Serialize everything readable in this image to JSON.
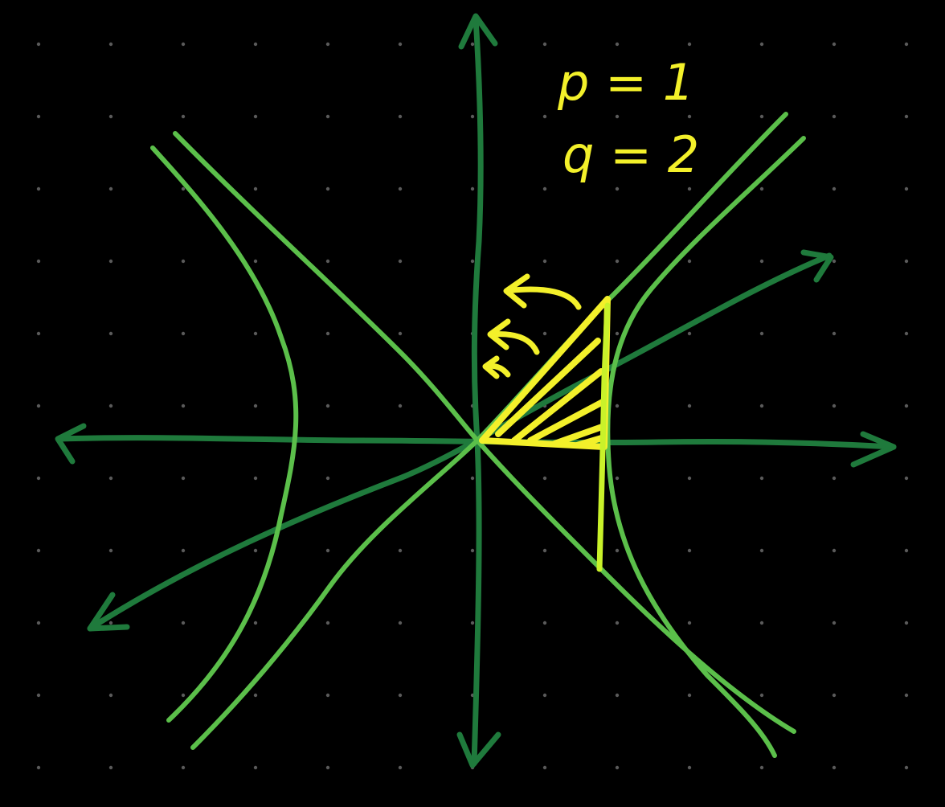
{
  "annotations": {
    "p_label": "p = 1",
    "q_label": "q = 2"
  },
  "colors": {
    "background": "#000000",
    "grid_dot": "#5a5a5a",
    "axis": "#1f7a3c",
    "hyperbola": "#5bbf4a",
    "highlight": "#f3f02a",
    "highlight_line": "#c9f22a"
  },
  "icons": {
    "up-arrow": "axis-arrow-up",
    "down-arrow": "axis-arrow-down",
    "left-arrow": "axis-arrow-left",
    "right-arrow": "axis-arrow-right"
  }
}
